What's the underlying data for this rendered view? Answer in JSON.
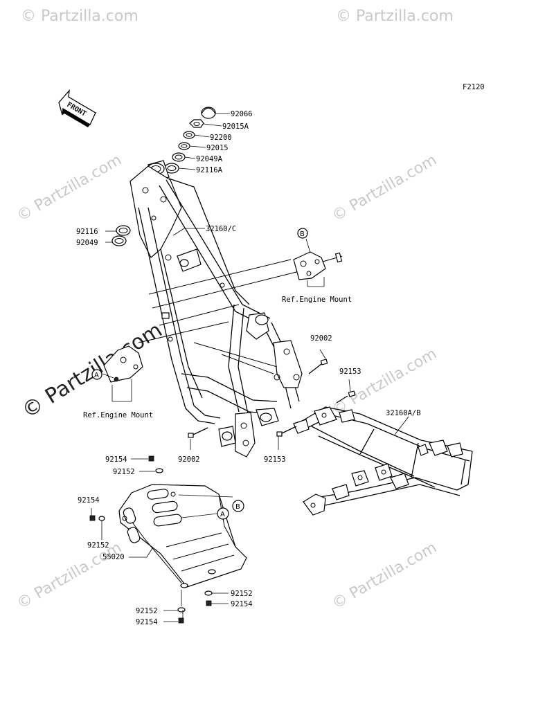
{
  "figure_code": "F2120",
  "front_arrow_label": "FRONT",
  "watermark_text": "© Partzilla.com",
  "part_labels": {
    "p92066": "92066",
    "p92015A": "92015A",
    "p92200": "92200",
    "p92015": "92015",
    "p92049A": "92049A",
    "p92116A": "92116A",
    "p92116": "92116",
    "p92049": "92049",
    "p32160C": "32160/C",
    "p92002_right": "92002",
    "p92153_right": "92153",
    "p32160AB": "32160A/B",
    "p92002_left": "92002",
    "p92153_left": "92153",
    "p92154_top": "92154",
    "p92152_top": "92152",
    "p92154_mid": "92154",
    "p92152_mid": "92152",
    "p55020": "55020",
    "p92152_br": "92152",
    "p92154_br": "92154",
    "p92152_bl": "92152",
    "p92154_bl": "92154"
  },
  "ref_labels": {
    "right": "Ref.Engine Mount",
    "left": "Ref.Engine Mount"
  },
  "callouts": {
    "A": "A",
    "B": "B"
  }
}
